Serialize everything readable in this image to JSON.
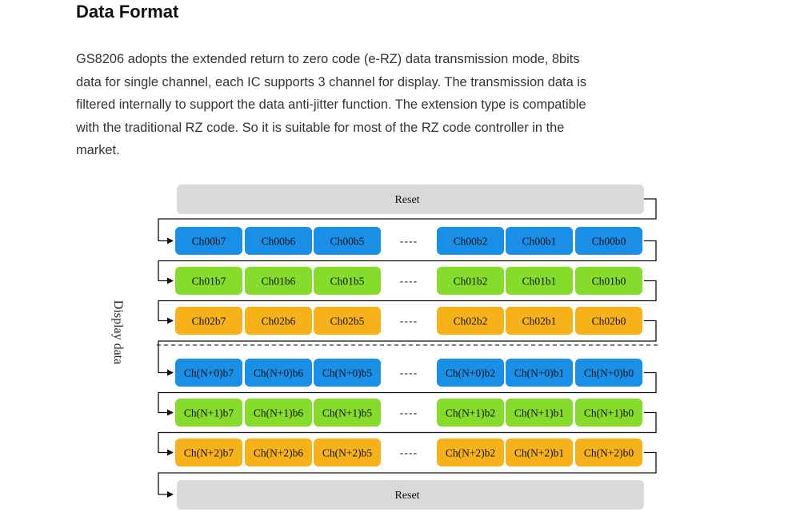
{
  "heading": "Data Format",
  "paragraph_lines": [
    "GS8206 adopts the extended return to zero code (e-RZ) data transmission mode, 8bits",
    "data for single channel, each IC supports 3 channel for display. The transmission data is",
    "filtered internally to support the data anti-jitter function. The extension type is compatible",
    "with the traditional RZ code. So it is suitable for most of the RZ code controller in the",
    "market."
  ],
  "diagram": {
    "reset_top": "Reset",
    "reset_bottom": "Reset",
    "side_label": "Display data",
    "ellipsis": "----",
    "colors": {
      "blue": "#1a8fe8",
      "green": "#86dc2a",
      "orange": "#f7b21a",
      "reset": "#d9d9d9"
    },
    "rows": [
      {
        "color": "blue",
        "cells": [
          "Ch00b7",
          "Ch00b6",
          "Ch00b5",
          "Ch00b2",
          "Ch00b1",
          "Ch00b0"
        ]
      },
      {
        "color": "green",
        "cells": [
          "Ch01b7",
          "Ch01b6",
          "Ch01b5",
          "Ch01b2",
          "Ch01b1",
          "Ch01b0"
        ]
      },
      {
        "color": "orange",
        "cells": [
          "Ch02b7",
          "Ch02b6",
          "Ch02b5",
          "Ch02b2",
          "Ch02b1",
          "Ch02b0"
        ]
      },
      {
        "color": "blue",
        "cells": [
          "Ch(N+0)b7",
          "Ch(N+0)b6",
          "Ch(N+0)b5",
          "Ch(N+0)b2",
          "Ch(N+0)b1",
          "Ch(N+0)b0"
        ]
      },
      {
        "color": "green",
        "cells": [
          "Ch(N+1)b7",
          "Ch(N+1)b6",
          "Ch(N+1)b5",
          "Ch(N+1)b2",
          "Ch(N+1)b1",
          "Ch(N+1)b0"
        ]
      },
      {
        "color": "orange",
        "cells": [
          "Ch(N+2)b7",
          "Ch(N+2)b6",
          "Ch(N+2)b5",
          "Ch(N+2)b2",
          "Ch(N+2)b1",
          "Ch(N+2)b0"
        ]
      }
    ]
  }
}
